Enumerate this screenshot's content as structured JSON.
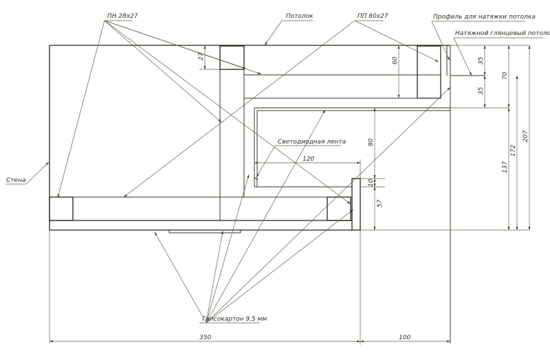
{
  "labels": {
    "pn": "ПН 28x27",
    "ceiling": "Потолок",
    "pp": "ПП 60x27",
    "tension_profile": "Профиль для натяжки потолка",
    "glossy_ceiling": "Натяжной глянцевый потолок",
    "led": "Светодиодная лента",
    "wall": "Стена",
    "drywall": "Гипсокартон 9,5 мм"
  },
  "dimensions": {
    "d27": "27",
    "d60": "60",
    "d35a": "35",
    "d35b": "35",
    "d70": "70",
    "d80": "80",
    "d120": "120",
    "d10": "10",
    "d57": "57",
    "d137": "137",
    "d172": "172",
    "d207": "207",
    "d350": "350",
    "d100": "100"
  }
}
